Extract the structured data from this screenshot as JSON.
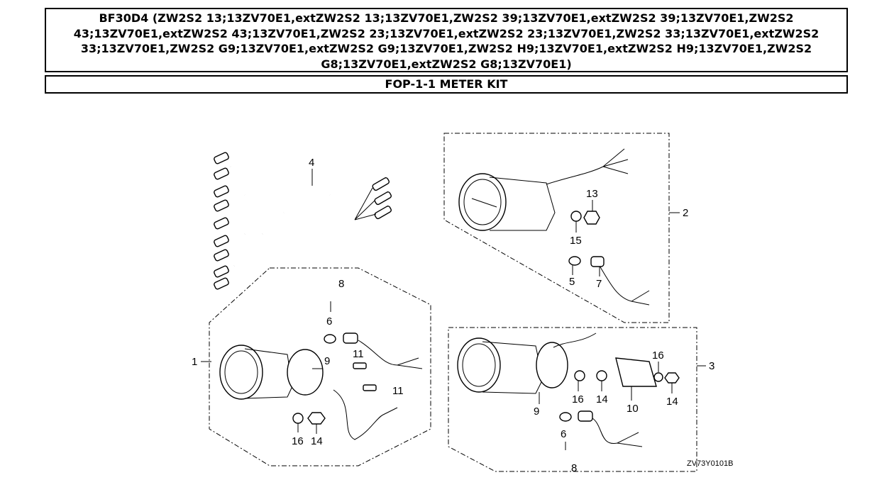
{
  "header": {
    "title": "BF30D4 (ZW2S2 13;13ZV70E1,extZW2S2 13;13ZV70E1,ZW2S2 39;13ZV70E1,extZW2S2 39;13ZV70E1,ZW2S2 43;13ZV70E1,extZW2S2 43;13ZV70E1,ZW2S2 23;13ZV70E1,extZW2S2 23;13ZV70E1,ZW2S2 33;13ZV70E1,extZW2S2 33;13ZV70E1,ZW2S2 G9;13ZV70E1,extZW2S2 G9;13ZV70E1,ZW2S2 H9;13ZV70E1,extZW2S2 H9;13ZV70E1,ZW2S2 G8;13ZV70E1,extZW2S2 G8;13ZV70E1)",
    "subtitle": "FOP-1-1 METER KIT"
  },
  "diagram": {
    "callouts": {
      "c1": "1",
      "c2": "2",
      "c3": "3",
      "c4": "4",
      "c5": "5",
      "c6a": "6",
      "c6b": "6",
      "c7": "7",
      "c8a": "8",
      "c8b": "8",
      "c9a": "9",
      "c9b": "9",
      "c10": "10",
      "c11a": "11",
      "c11b": "11",
      "c13": "13",
      "c14a": "14",
      "c14b": "14",
      "c14c": "14",
      "c15": "15",
      "c16a": "16",
      "c16b": "16",
      "c16c": "16"
    },
    "drawing_code": "ZV73Y0101B"
  }
}
